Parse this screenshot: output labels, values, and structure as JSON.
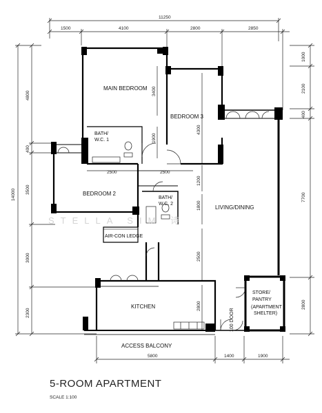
{
  "plan_title": "5-ROOM APARTMENT",
  "scale": "SCALE 1:100",
  "watermark": "STELLA SIM 诗",
  "rooms": {
    "main_bedroom": "MAIN BEDROOM",
    "bedroom_3": "BEDROOM 3",
    "bedroom_2": "BEDROOM 2",
    "bath_wc1_line1": "BATH/",
    "bath_wc1_line2": "W.C. 1",
    "bath_wc2_line1": "BATH/",
    "bath_wc2_line2": "W.C. 2",
    "aircon_ledge": "AIR-CON LEDGE",
    "living_dining": "LIVING/DINING",
    "kitchen": "KITCHEN",
    "access_balcony": "ACCESS BALCONY",
    "store_line1": "STORE/",
    "store_line2": "PANTRY",
    "store_line3": "(APARTMENT",
    "store_line4": "SHELTER)",
    "door_label": "100 DOOR"
  },
  "dimensions": {
    "top_total": "11250",
    "top": [
      "1500",
      "4100",
      "2800",
      "2850"
    ],
    "right": [
      "1000",
      "2100",
      "400",
      "7700",
      "2800"
    ],
    "left_total": "14000",
    "left": [
      "4800",
      "400",
      "3500",
      "3000",
      "2300"
    ],
    "bottom": [
      "5800",
      "1400",
      "1900"
    ],
    "interior": [
      "3400",
      "4300",
      "1900",
      "2500",
      "2500",
      "1200",
      "1800",
      "2500",
      "2800"
    ]
  }
}
